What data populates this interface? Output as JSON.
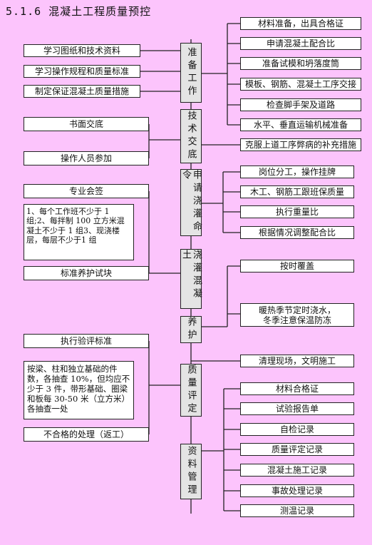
{
  "title": "5.1.6 混凝土工程质量预控",
  "stages": {
    "prepare": "准备工作",
    "tech": "技术交底",
    "apply": "申请浇灌命令",
    "pour": "浇灌混凝土",
    "cure": "养护",
    "quality": "质量评定",
    "docs": "资料管理"
  },
  "left": {
    "study_drawings": "学习图纸和技术资料",
    "study_rules": "学习操作规程和质量标准",
    "set_measures": "制定保证混凝土质量措施",
    "written_brief": "书面交底",
    "workers": "操作人员参加",
    "countersign": "专业会签",
    "sampling": "1、每个工作班不少于 1 组;2、每拌制 100 立方米混凝土不少于 1 组3、现浇楼层，每层不少于1 组",
    "std_cure": "标准养护试块",
    "eval_std": "执行验评标准",
    "spot_check": "按梁、柱和独立基础的件数，各抽查 10%，但均应不少于 3 件，带形基础、圈梁和板每 30-50 米（立方米）各抽查一处",
    "rework": "不合格的处理（返工）"
  },
  "right": {
    "materials": "材料准备，出具合格证",
    "mix": "申请混凝土配合比",
    "slump": "准备试模和坍落度筒",
    "handover": "模板、钢筋、混凝土工序交接",
    "scaffold": "检查脚手架及道路",
    "transport": "水平、垂直运输机械准备",
    "remedy": "克服上道工序弊病的补充措施",
    "posts": "岗位分工，操作挂牌",
    "follow": "木工、钢筋工跟班保质量",
    "weigh": "执行重量比",
    "adjust": "根据情况调整配合比",
    "cover": "按时覆盖",
    "water": "暖热季节定时浇水，冬季注意保温防冻",
    "cleanup": "清理现场，文明施工",
    "cert": "材料合格证",
    "report": "试验报告单",
    "selfcheck": "自检记录",
    "assess": "质量评定记录",
    "record": "混凝土施工记录",
    "accident": "事故处理记录",
    "temp": "测温记录"
  }
}
